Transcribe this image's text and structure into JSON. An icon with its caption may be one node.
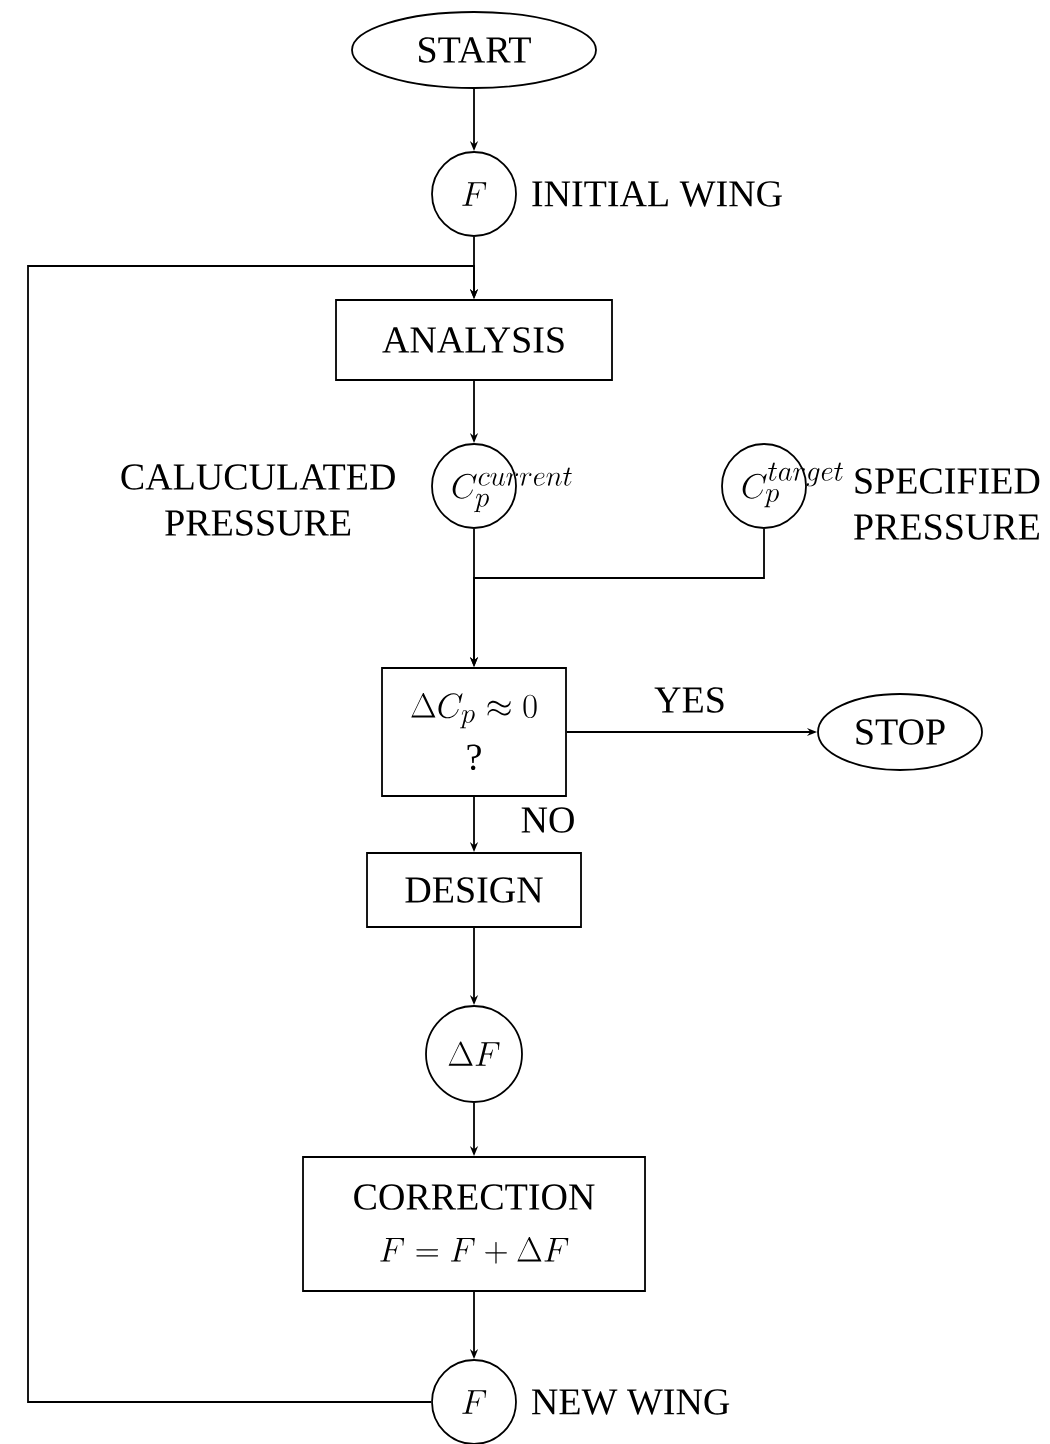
{
  "diagram": {
    "nodes": [
      {
        "text": [
          "START"
        ]
      },
      {
        "text": [
          "F"
        ],
        "beside": [
          "INITIAL WING"
        ]
      },
      {
        "text": [
          "ANALYSIS"
        ]
      },
      {
        "text": [
          "C_p^{current}"
        ],
        "beside": [
          "CALUCULATED PRESSURE"
        ]
      },
      {
        "text": [
          "C_p^{target}"
        ],
        "beside": [
          "SPECIFIED PRESSURE"
        ]
      },
      {
        "text": [
          "\\Delta C_p \\approx 0",
          "?"
        ]
      },
      {
        "text": [
          "STOP"
        ]
      },
      {
        "text": [
          "DESIGN"
        ]
      },
      {
        "text": [
          "\\Delta F"
        ]
      },
      {
        "text": [
          "CORRECTION",
          "F = F + \\Delta F"
        ]
      },
      {
        "text": [
          "F"
        ],
        "beside": [
          "NEW WING"
        ]
      }
    ],
    "edges": [
      {
        "from": 0,
        "to": 1,
        "arrow": "to"
      },
      {
        "from": 1,
        "to": 2,
        "arrow": "to"
      },
      {
        "from": 2,
        "to": 3,
        "arrow": "to"
      },
      {
        "from": 3,
        "to": 5,
        "arrow": "to"
      },
      {
        "from": 4,
        "to": 5,
        "arrow": "to"
      },
      {
        "from": 5,
        "to": 6,
        "arrow": "to",
        "label": "YES"
      },
      {
        "from": 5,
        "to": 7,
        "arrow": "to",
        "label": "NO"
      },
      {
        "from": 7,
        "to": 8,
        "arrow": "to"
      },
      {
        "from": 8,
        "to": 9,
        "arrow": "to"
      },
      {
        "from": 9,
        "to": 10,
        "arrow": "to"
      },
      {
        "from": 10,
        "to": 2,
        "arrow": "to"
      }
    ]
  }
}
